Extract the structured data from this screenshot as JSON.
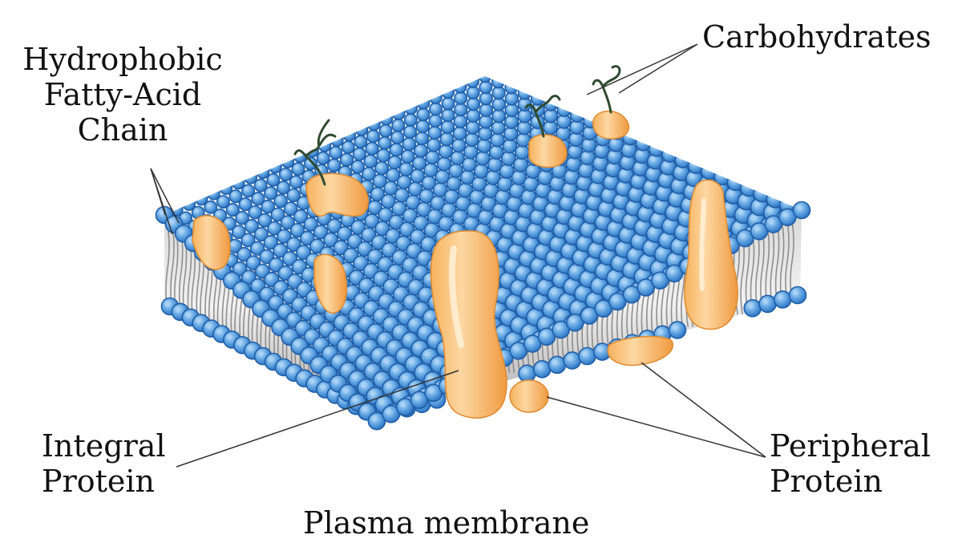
{
  "labels": {
    "fatty_acid": [
      "Hydrophobic",
      "Fatty-Acid",
      "Chain"
    ],
    "carbohydrates": "Carbohydrates",
    "integral": [
      "Integral",
      "Protein"
    ],
    "peripheral": [
      "Peripheral",
      "Protein"
    ],
    "caption": "Plasma membrane"
  },
  "colors": {
    "head_fill": "#5aa0e0",
    "head_stroke": "#1f5ea8",
    "head_highlight": "#a9d2f5",
    "tail_stroke": "#7f7f7f",
    "core_light": "#eeeeee",
    "core_dark": "#9a9a9a",
    "protein_light": "#fbd39a",
    "protein_dark": "#f2a24a",
    "glyco_stalk": "#2f4a2f",
    "leader_line": "#333333"
  }
}
